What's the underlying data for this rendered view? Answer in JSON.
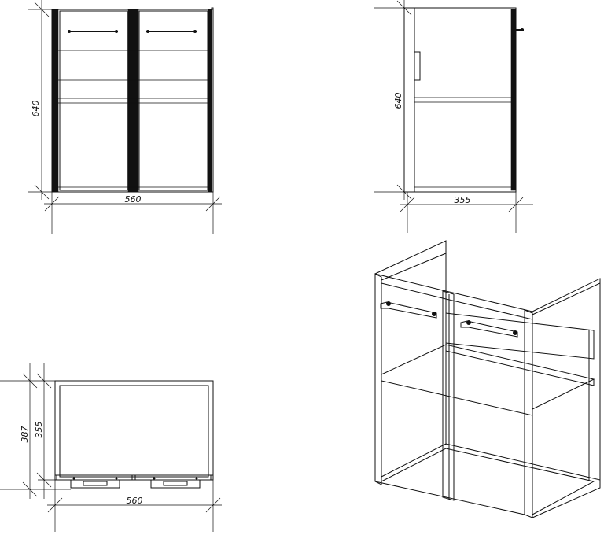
{
  "views": {
    "front": {
      "width_label": "560",
      "height_label": "640"
    },
    "side": {
      "depth_label": "355",
      "height_label": "640"
    },
    "top": {
      "width_label": "560",
      "depth_outer_label": "387",
      "depth_inner_label": "355"
    }
  },
  "colors": {
    "line": "#111111",
    "background": "#ffffff"
  }
}
